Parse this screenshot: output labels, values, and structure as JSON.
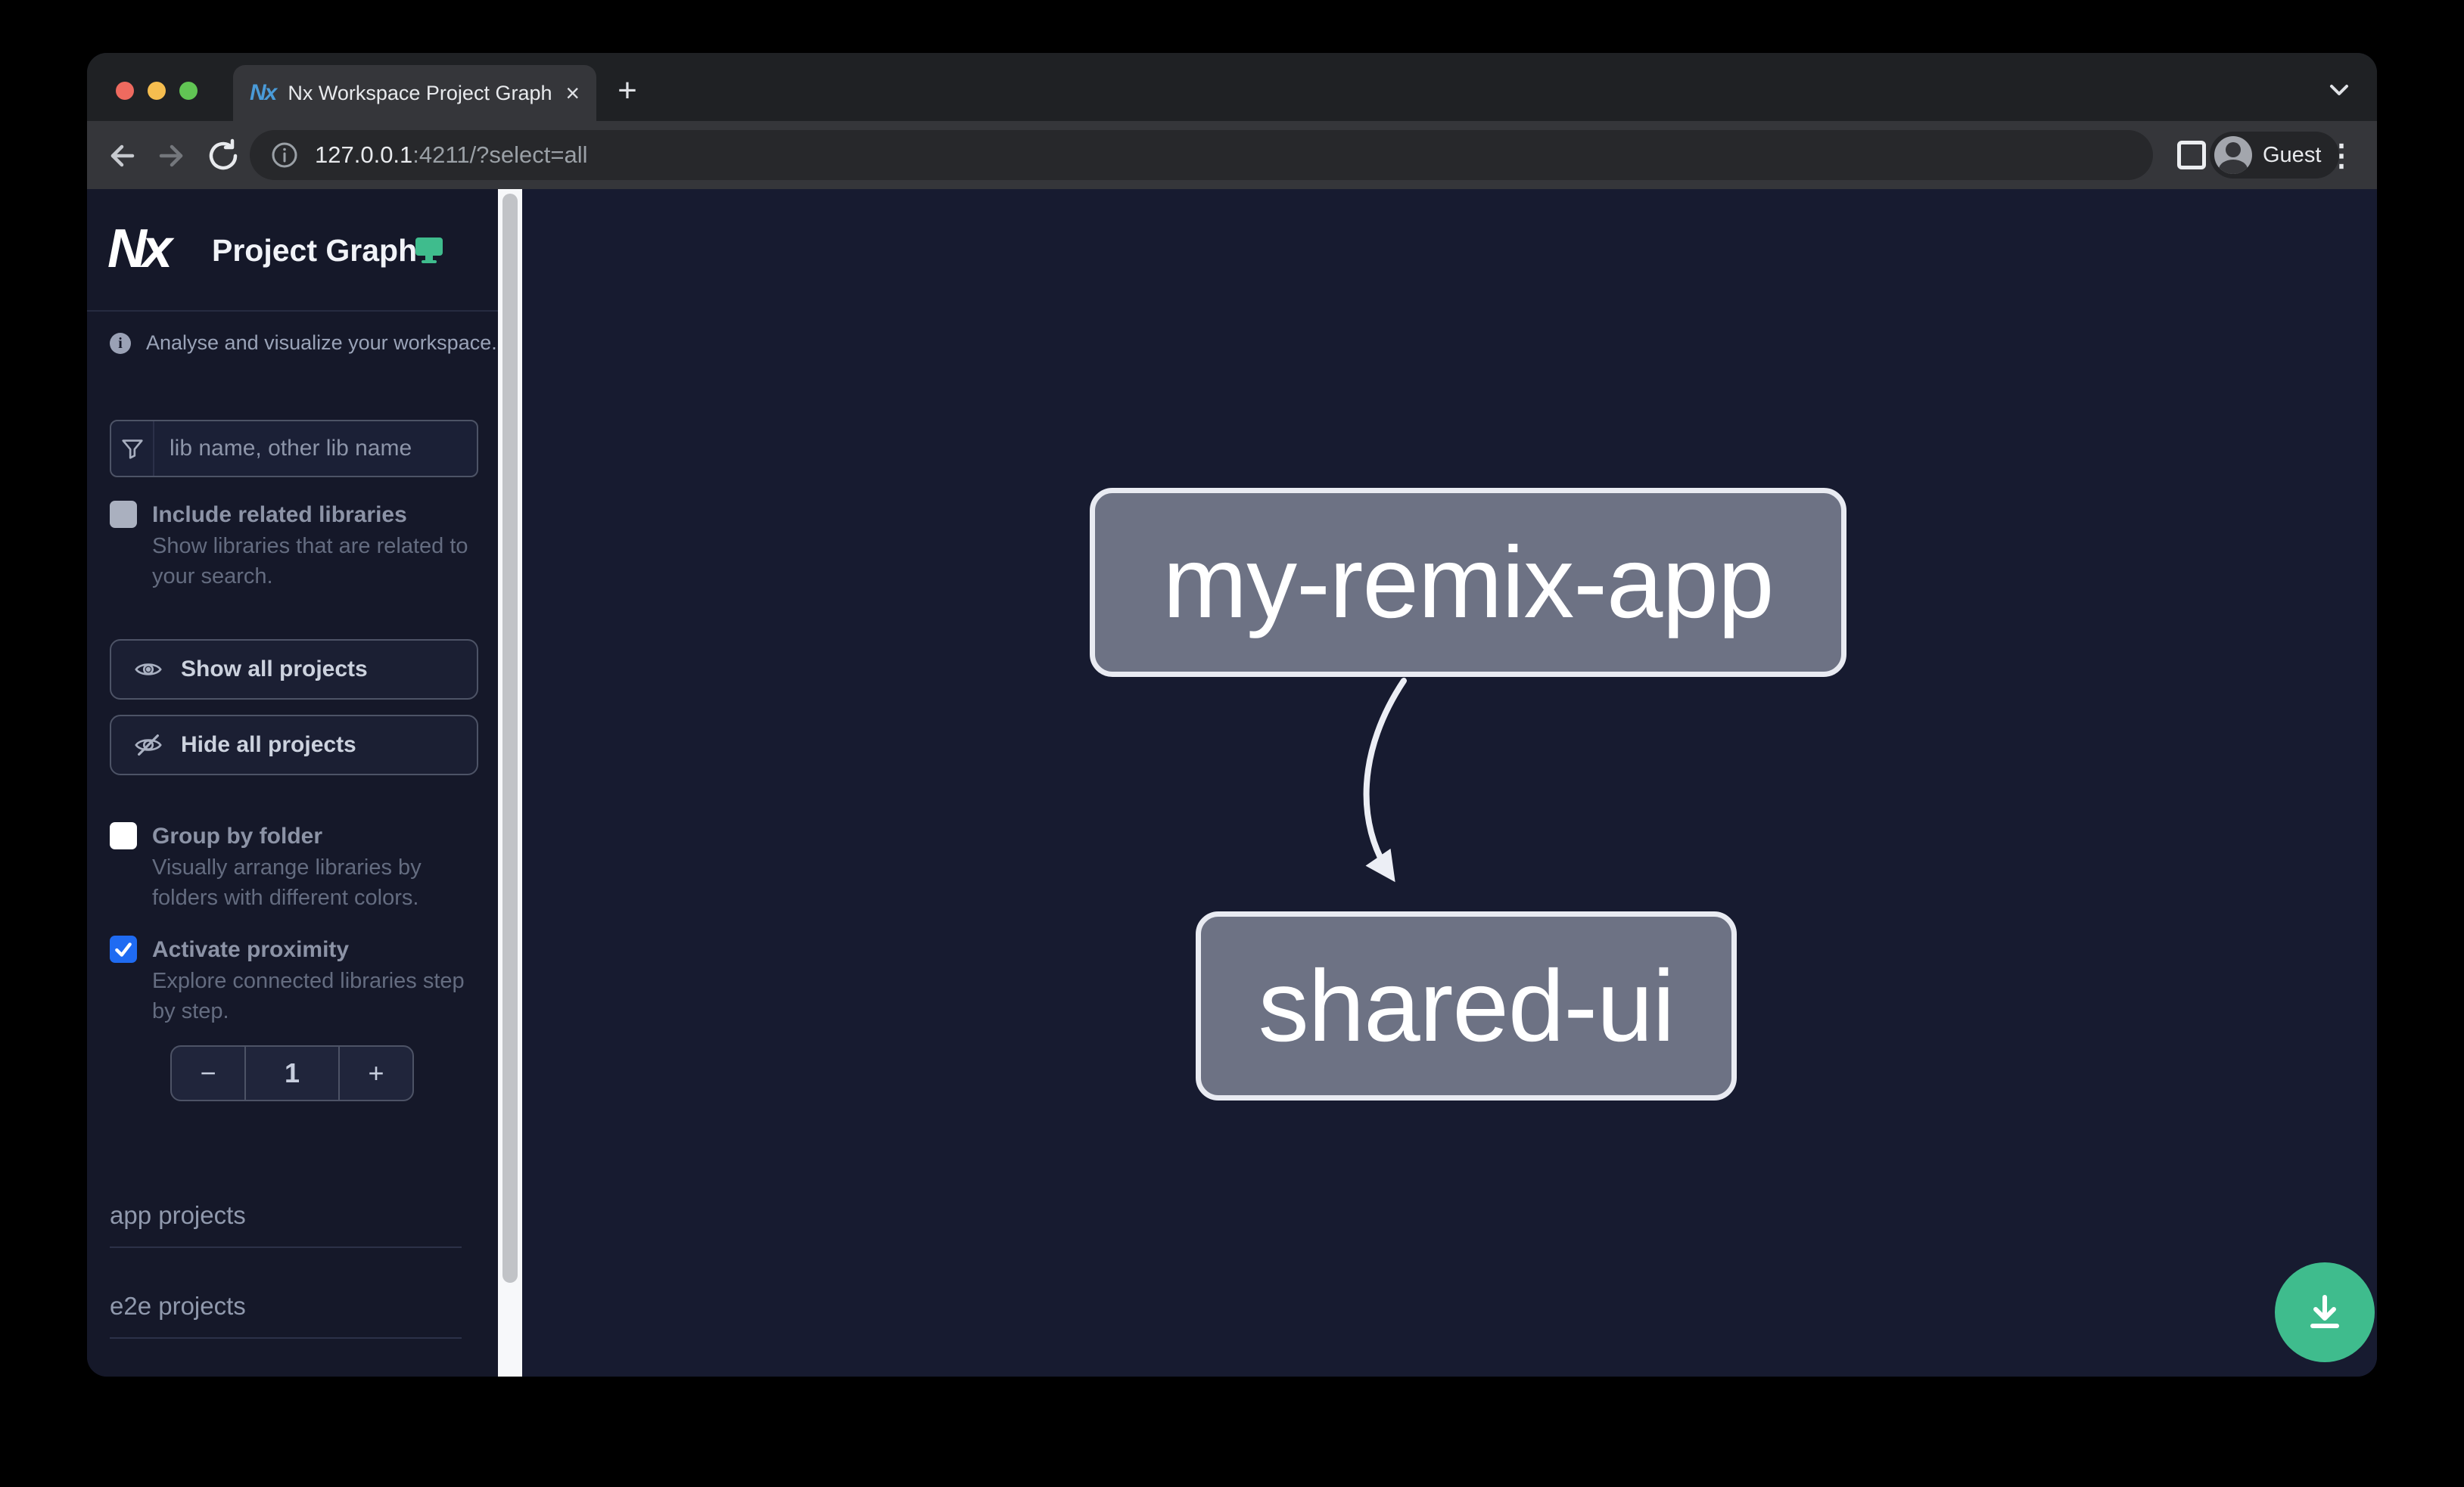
{
  "browser": {
    "tab_title": "Nx Workspace Project Graph",
    "url_host": "127.0.0.1",
    "url_rest": ":4211/?select=all",
    "profile_label": "Guest"
  },
  "icons": {
    "favicon_text": "Nx",
    "close_tab": "×",
    "new_tab": "+",
    "overflow_menu": "⋮",
    "info": "i"
  },
  "sidebar": {
    "logo_text": "Nx",
    "title": "Project Graph",
    "tagline": "Analyse and visualize your workspace.",
    "filter_placeholder": "lib name, other lib name",
    "include_related": {
      "label": "Include related libraries",
      "description": "Show libraries that are related to your search.",
      "checked": false
    },
    "show_all_label": "Show all projects",
    "hide_all_label": "Hide all projects",
    "group_by_folder": {
      "label": "Group by folder",
      "description": "Visually arrange libraries by folders with different colors.",
      "checked": false
    },
    "activate_proximity": {
      "label": "Activate proximity",
      "description": "Explore connected libraries step by step.",
      "checked": true
    },
    "proximity_depth": {
      "decrement_label": "−",
      "value": "1",
      "increment_label": "+"
    },
    "sections": [
      "app projects",
      "e2e projects"
    ]
  },
  "graph": {
    "nodes": [
      {
        "label": "my-remix-app"
      },
      {
        "label": "shared-ui"
      }
    ],
    "edge": {
      "from": "my-remix-app",
      "to": "shared-ui"
    }
  },
  "colors": {
    "accent_green": "#3fbc8d",
    "checkbox_blue": "#1f6bf2",
    "node_fill": "#6d7284",
    "canvas_bg": "#171b30",
    "sidebar_bg": "#151829"
  }
}
